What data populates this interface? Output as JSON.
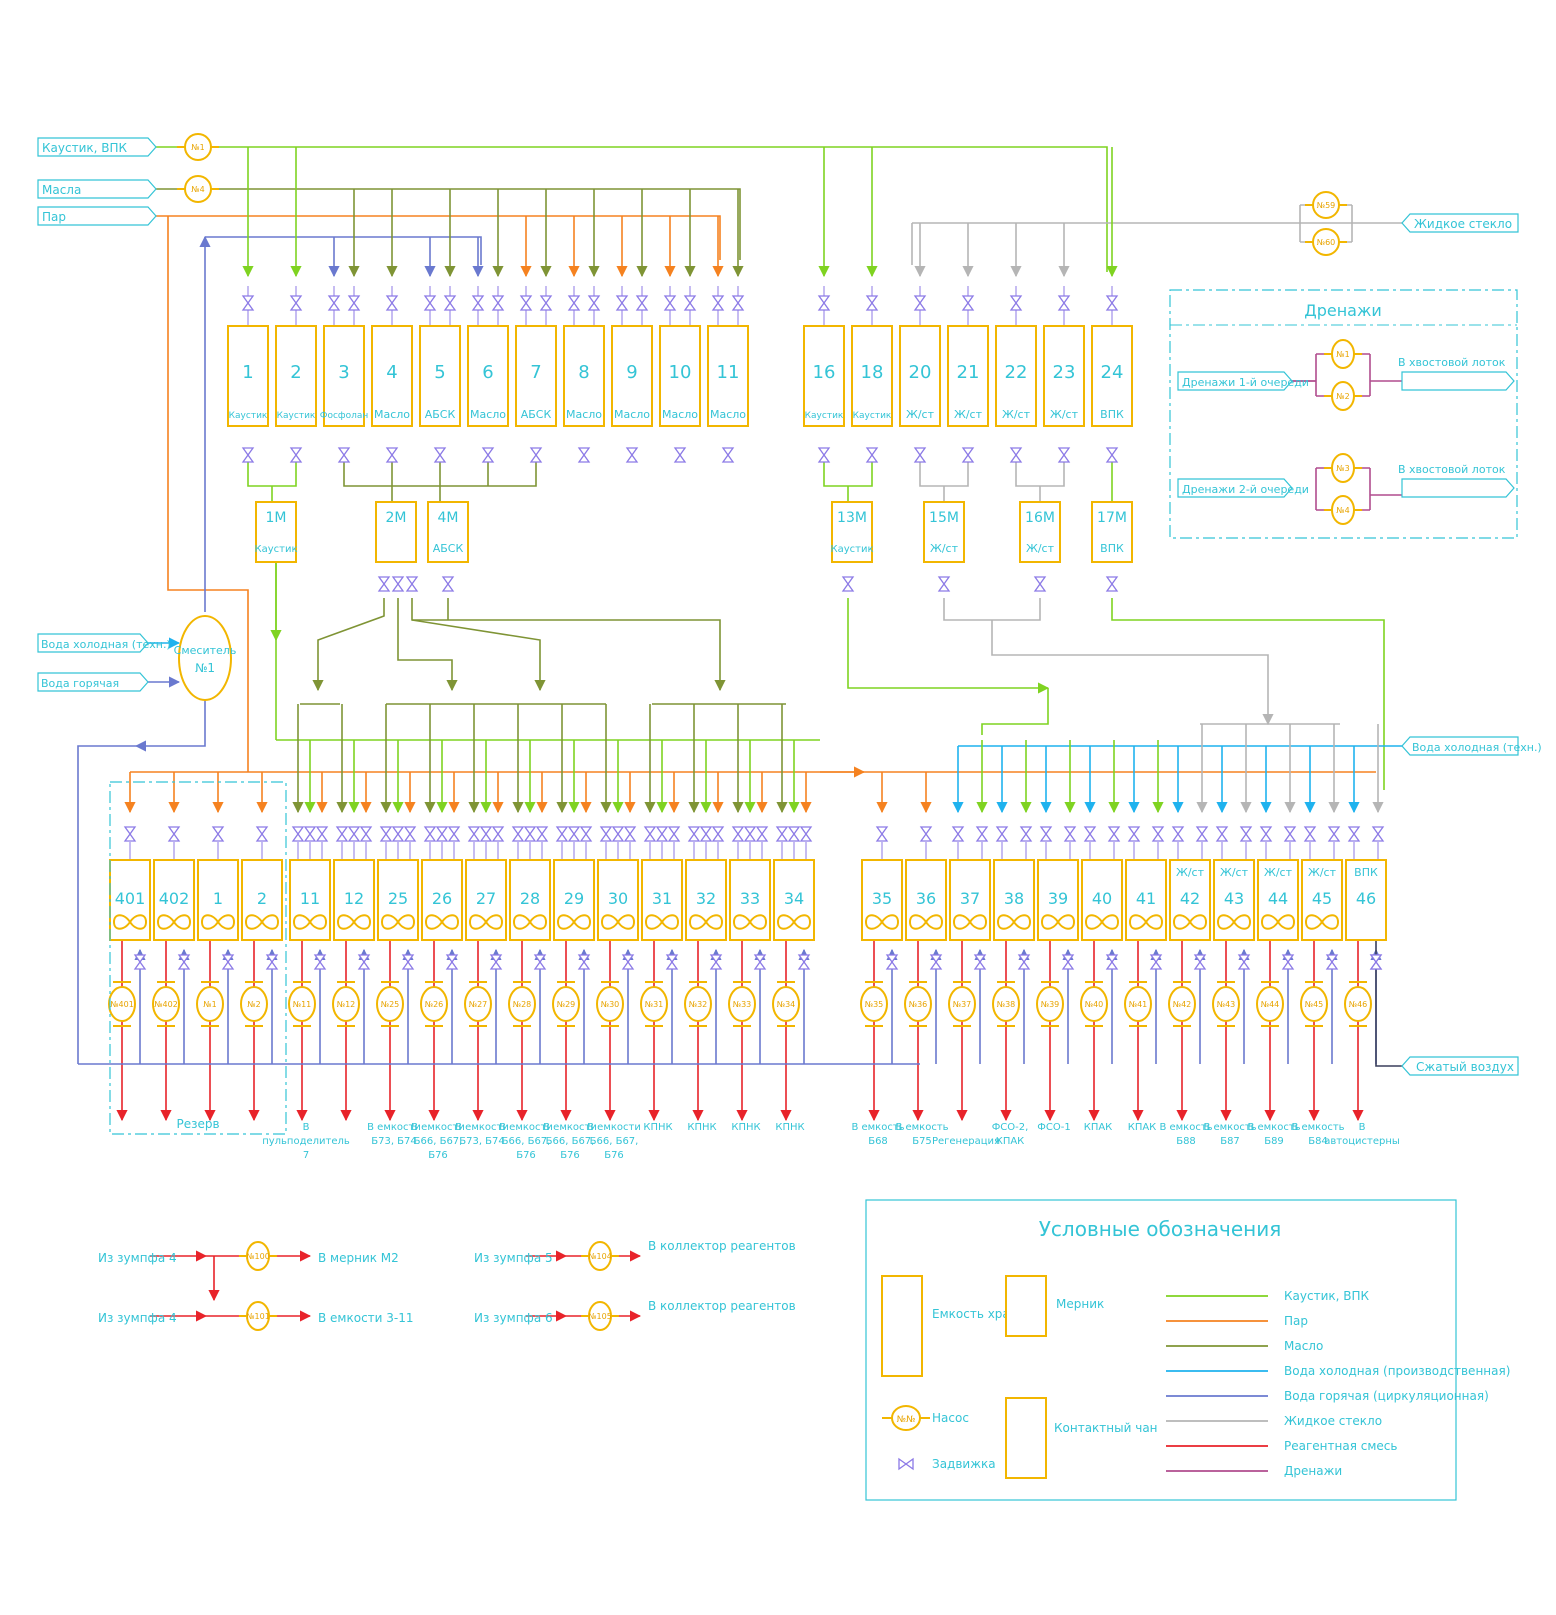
{
  "colors": {
    "caustic": "#7fd321",
    "steam": "#f58220",
    "oil": "#7f9435",
    "cold_water": "#1fb2ee",
    "hot_water": "#6a79cf",
    "glass": "#b5b5b5",
    "reagent": "#e8232a",
    "drain": "#b04c8e",
    "air": "#3a3f5c",
    "tank": "#f2b600",
    "valve": "#8c7ae6",
    "text": "#34c4d6"
  },
  "inputs": [
    {
      "id": "caustic",
      "label": "Каустик, ВПК",
      "pump": "№1"
    },
    {
      "id": "oil",
      "label": "Масла",
      "pump": "№4"
    },
    {
      "id": "steam",
      "label": "Пар"
    },
    {
      "id": "glass",
      "label": "Жидкое стекло",
      "pumps": [
        "№59",
        "№60"
      ]
    },
    {
      "id": "cold",
      "label": "Вода холодная (техн.)"
    },
    {
      "id": "hot",
      "label": "Вода горячая"
    },
    {
      "id": "cold2",
      "label": "Вода холодная (техн.)"
    },
    {
      "id": "air",
      "label": "Сжатый воздух"
    }
  ],
  "mixer": {
    "line1": "Смеситель",
    "line2": "№1"
  },
  "storage_tanks": [
    {
      "num": "1",
      "label": "Каустик"
    },
    {
      "num": "2",
      "label": "Каустик"
    },
    {
      "num": "3",
      "label": "Фосфолан"
    },
    {
      "num": "4",
      "label": "Масло"
    },
    {
      "num": "5",
      "label": "АБСК"
    },
    {
      "num": "6",
      "label": "Масло"
    },
    {
      "num": "7",
      "label": "АБСК"
    },
    {
      "num": "8",
      "label": "Масло"
    },
    {
      "num": "9",
      "label": "Масло"
    },
    {
      "num": "10",
      "label": "Масло"
    },
    {
      "num": "11",
      "label": "Масло"
    },
    {
      "num": "16",
      "label": "Каустик"
    },
    {
      "num": "18",
      "label": "Каустик"
    },
    {
      "num": "20",
      "label": "Ж/ст"
    },
    {
      "num": "21",
      "label": "Ж/ст"
    },
    {
      "num": "22",
      "label": "Ж/ст"
    },
    {
      "num": "23",
      "label": "Ж/ст"
    },
    {
      "num": "24",
      "label": "ВПК"
    }
  ],
  "measurers": [
    {
      "num": "1М",
      "label": "Каустик"
    },
    {
      "num": "2М",
      "label": ""
    },
    {
      "num": "4М",
      "label": "АБСК"
    },
    {
      "num": "13М",
      "label": "Каустик"
    },
    {
      "num": "15М",
      "label": "Ж/ст"
    },
    {
      "num": "16М",
      "label": "Ж/ст"
    },
    {
      "num": "17М",
      "label": "ВПК"
    }
  ],
  "drains": {
    "title": "Дренажи",
    "rows": [
      {
        "label": "Дренажи 1-й очереди",
        "pumps": [
          "№1",
          "№2"
        ],
        "out": "В хвостовой лоток"
      },
      {
        "label": "Дренажи 2-й очереди",
        "pumps": [
          "№3",
          "№4"
        ],
        "out": "В хвостовой лоток"
      }
    ]
  },
  "vats": [
    {
      "num": "401",
      "top": "",
      "pump": "№401",
      "dest": ""
    },
    {
      "num": "402",
      "top": "",
      "pump": "№402",
      "dest": ""
    },
    {
      "num": "1",
      "top": "",
      "pump": "№1",
      "dest": ""
    },
    {
      "num": "2",
      "top": "",
      "pump": "№2",
      "dest": ""
    },
    {
      "num": "11",
      "top": "",
      "pump": "№11",
      "dest": "В пульподелитель 7"
    },
    {
      "num": "12",
      "top": "",
      "pump": "№12",
      "dest": ""
    },
    {
      "num": "25",
      "top": "",
      "pump": "№25",
      "dest": "В емкости Б73, Б74"
    },
    {
      "num": "26",
      "top": "",
      "pump": "№26",
      "dest": "В емкости Б66, Б67, Б76"
    },
    {
      "num": "27",
      "top": "",
      "pump": "№27",
      "dest": "В емкости Б73, Б74"
    },
    {
      "num": "28",
      "top": "",
      "pump": "№28",
      "dest": "В емкости Б66, Б67, Б76"
    },
    {
      "num": "29",
      "top": "",
      "pump": "№29",
      "dest": "В емкости Б66, Б67, Б76"
    },
    {
      "num": "30",
      "top": "",
      "pump": "№30",
      "dest": "В емкости Б66, Б67, Б76"
    },
    {
      "num": "31",
      "top": "",
      "pump": "№31",
      "dest": "КПНК"
    },
    {
      "num": "32",
      "top": "",
      "pump": "№32",
      "dest": "КПНК"
    },
    {
      "num": "33",
      "top": "",
      "pump": "№33",
      "dest": "КПНК"
    },
    {
      "num": "34",
      "top": "",
      "pump": "№34",
      "dest": "КПНК"
    },
    {
      "num": "35",
      "top": "",
      "pump": "№35",
      "dest": "В емкость Б68"
    },
    {
      "num": "36",
      "top": "",
      "pump": "№36",
      "dest": "В емкость Б75"
    },
    {
      "num": "37",
      "top": "",
      "pump": "№37",
      "dest": "Регенерация"
    },
    {
      "num": "38",
      "top": "",
      "pump": "№38",
      "dest": "ФСО-2, КПАК"
    },
    {
      "num": "39",
      "top": "",
      "pump": "№39",
      "dest": "ФСО-1"
    },
    {
      "num": "40",
      "top": "",
      "pump": "№40",
      "dest": "КПАК"
    },
    {
      "num": "41",
      "top": "",
      "pump": "№41",
      "dest": "КПАК"
    },
    {
      "num": "42",
      "top": "Ж/ст",
      "pump": "№42",
      "dest": "В емкость Б88"
    },
    {
      "num": "43",
      "top": "Ж/ст",
      "pump": "№43",
      "dest": "В емкость Б87"
    },
    {
      "num": "44",
      "top": "Ж/ст",
      "pump": "№44",
      "dest": "В емкость Б89"
    },
    {
      "num": "45",
      "top": "Ж/ст",
      "pump": "№45",
      "dest": "В емкость Б84"
    },
    {
      "num": "46",
      "top": "ВПК",
      "pump": "№46",
      "dest": "В автоцистерны"
    }
  ],
  "reserve_label": "Резерв",
  "sump_lines": [
    {
      "from": "Из зумпфа 4",
      "pump": "№100",
      "to": "В мерник М2"
    },
    {
      "from": "Из зумпфа 4",
      "pump": "№101",
      "to": "В емкости 3-11"
    },
    {
      "from": "Из зумпфа 5",
      "pump": "№104",
      "to": "В коллектор реагентов"
    },
    {
      "from": "Из зумпфа 6",
      "pump": "№105",
      "to": "В коллектор реагентов"
    }
  ],
  "legend": {
    "title": "Условные обозначения",
    "storage": "Емкость хранения",
    "measurer": "Мерник",
    "pump": "Насос",
    "pump_symbol": "№№",
    "vat": "Контактный чан",
    "valve": "Задвижка",
    "lines": [
      {
        "label": "Каустик, ВПК",
        "color": "#7fd321"
      },
      {
        "label": "Пар",
        "color": "#f58220"
      },
      {
        "label": "Масло",
        "color": "#7f9435"
      },
      {
        "label": "Вода холодная (производственная)",
        "color": "#1fb2ee"
      },
      {
        "label": "Вода горячая (циркуляционная)",
        "color": "#6a79cf"
      },
      {
        "label": "Жидкое стекло",
        "color": "#b5b5b5"
      },
      {
        "label": "Реагентная смесь",
        "color": "#e8232a"
      },
      {
        "label": "Дренажи",
        "color": "#b04c8e"
      }
    ]
  }
}
